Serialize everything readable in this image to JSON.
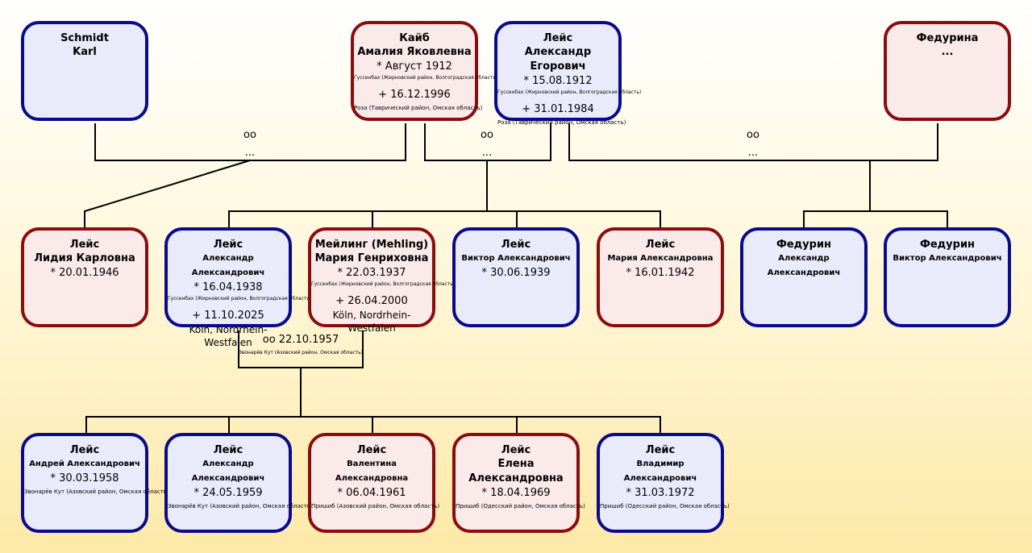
{
  "people": {
    "schmidt": {
      "name1": "Schmidt",
      "name2": "Karl"
    },
    "kaib": {
      "name1": "Кайб",
      "name2": "Амалия Яковлевна",
      "birth": "* Август 1912",
      "birth_place": "Гуссенбах (Жирновский район, Волгоградская область)",
      "death": "+ 16.12.1996",
      "death_place": "Роза (Таврический район, Омская область)"
    },
    "leis_ae": {
      "name1": "Лейс",
      "name2": "Александр Егорович",
      "birth": "* 15.08.1912",
      "birth_place": "Гуссенбах (Жирновский район, Волгоградская область)",
      "death": "+ 31.01.1984",
      "death_place": "Роза (Таврический район, Омская область)"
    },
    "fedurina": {
      "name1": "Федурина",
      "name2": "..."
    },
    "lidia": {
      "name1": "Лейс",
      "name2": "Лидия Карловна",
      "birth": "* 20.01.1946"
    },
    "alex_aa": {
      "name1": "Лейс",
      "name2": "Александр Александрович",
      "birth": "* 16.04.1938",
      "birth_place": "Гуссенбах (Жирновский район, Волгоградская область)",
      "death": "+ 11.10.2025",
      "death_city": "Köln, Nordrhein-Westfalen"
    },
    "meiling": {
      "name1": "Мейлинг (Mehling)",
      "name2": "Мария Генриховна",
      "birth": "* 22.03.1937",
      "birth_place": "Гуссенбах (Жирновский район, Волгоградская область)",
      "death": "+ 26.04.2000",
      "death_city": "Köln, Nordrhein-Westfalen"
    },
    "viktor_aa": {
      "name1": "Лейс",
      "name2": "Виктор Александрович",
      "birth": "* 30.06.1939"
    },
    "maria_aa": {
      "name1": "Лейс",
      "name2": "Мария Александровна",
      "birth": "* 16.01.1942"
    },
    "fedurin_a": {
      "name1": "Федурин",
      "name2": "Александр Александрович"
    },
    "fedurin_v": {
      "name1": "Федурин",
      "name2": "Виктор Александрович"
    },
    "andrei": {
      "name1": "Лейс",
      "name2": "Андрей Александрович",
      "birth": "* 30.03.1958",
      "birth_place": "Звонарёв Кут (Азовский район, Омская область)"
    },
    "alex_jr": {
      "name1": "Лейс",
      "name2": "Александр Александрович",
      "birth": "* 24.05.1959",
      "birth_place": "Звонарёв Кут (Азовский район, Омская область)"
    },
    "valentina": {
      "name1": "Лейс",
      "name2": "Валентина Александровна",
      "birth": "* 06.04.1961",
      "birth_place": "Пришиб (Азовский район, Омская область)"
    },
    "elena": {
      "name1": "Лейс",
      "name2": "Елена Александровна",
      "birth": "* 18.04.1969",
      "birth_place": "Пришиб (Одесский район, Омская область)"
    },
    "vladimir": {
      "name1": "Лейс",
      "name2": "Владимир Александрович",
      "birth": "* 31.03.1972",
      "birth_place": "Пришиб (Одесский район, Омская область)"
    }
  },
  "marriages": {
    "m1": {
      "symbol": "oo",
      "date": "..."
    },
    "m2": {
      "symbol": "oo",
      "date": "..."
    },
    "m3": {
      "symbol": "oo",
      "date": "..."
    },
    "m4": {
      "date": "oo 22.10.1957",
      "place": "Звонарёв Кут (Азовский район, Омская область)"
    }
  },
  "colors": {
    "male_border": "#0a0a8c",
    "male_fill": "#e9ebfb",
    "female_border": "#8b0c0c",
    "female_fill": "#fbeaea",
    "line": "#000000"
  }
}
